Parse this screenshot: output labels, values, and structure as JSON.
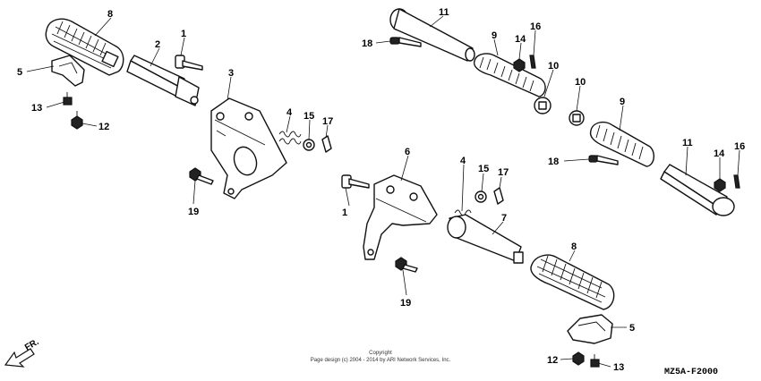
{
  "labels": {
    "n8a": "8",
    "n2": "2",
    "n1a": "1",
    "n5a": "5",
    "n3": "3",
    "n13a": "13",
    "n12a": "12",
    "n4a": "4",
    "n15a": "15",
    "n17a": "17",
    "n19a": "19",
    "n11a": "11",
    "n16a": "16",
    "n18a": "18",
    "n9a": "9",
    "n14a": "14",
    "n10a": "10",
    "n10b": "10",
    "n9b": "9",
    "n11b": "11",
    "n14b": "14",
    "n16b": "16",
    "n18b": "18",
    "n6": "6",
    "n4b": "4",
    "n15b": "15",
    "n17b": "17",
    "n1b": "1",
    "n7": "7",
    "n8b": "8",
    "n19b": "19",
    "n5b": "5",
    "n12b": "12",
    "n13b": "13"
  },
  "copyright": {
    "line1": "Copyright",
    "line2": "Page design (c) 2004 - 2014 by ARI Network Services, Inc."
  },
  "diagram_code": "MZ5A-F2000",
  "direction": "FR."
}
